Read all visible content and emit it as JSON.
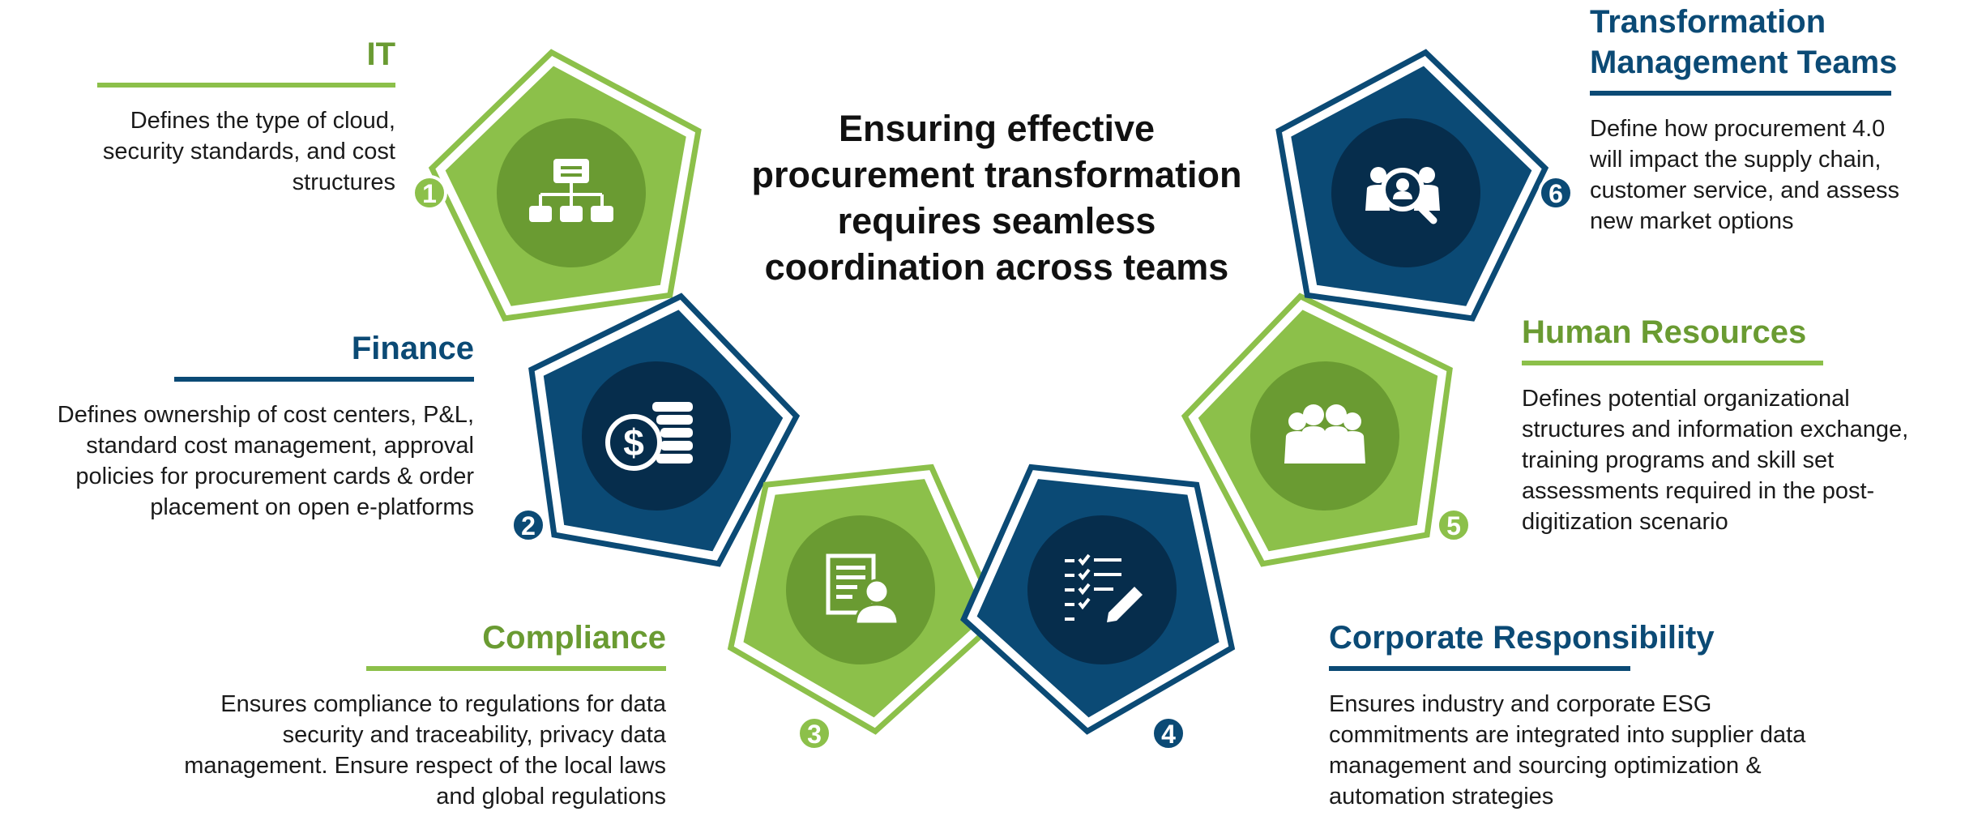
{
  "center_title": "Ensuring effective procurement transformation requires seamless coordination across teams",
  "colors": {
    "green": "#8cc04a",
    "green_dark": "#6a9b32",
    "blue": "#0b4a75",
    "blue_dark": "#062d4c",
    "text": "#1a1a1a"
  },
  "teams": [
    {
      "number": "1",
      "title": "IT",
      "description": "Defines the type of cloud, security standards, and cost structures",
      "icon": "org-chart-icon",
      "color": "green"
    },
    {
      "number": "2",
      "title": "Finance",
      "description": "Defines ownership of cost centers, P&L, standard cost management, approval policies for procurement cards & order placement on open e-platforms",
      "icon": "dollar-coins-icon",
      "color": "blue"
    },
    {
      "number": "3",
      "title": "Compliance",
      "description": "Ensures compliance to regulations for data security and traceability, privacy data management. Ensure respect of the local laws and global regulations",
      "icon": "document-user-icon",
      "color": "green"
    },
    {
      "number": "4",
      "title": "Corporate Responsibility",
      "description": "Ensures industry and corporate ESG commitments are integrated into supplier data management and sourcing optimization & automation strategies",
      "icon": "checklist-pen-icon",
      "color": "blue"
    },
    {
      "number": "5",
      "title": "Human Resources",
      "description": "Defines potential organizational structures and information exchange, training programs and skill set assessments required in the post-digitization scenario",
      "icon": "team-people-icon",
      "color": "green"
    },
    {
      "number": "6",
      "title": "Transformation Management Teams",
      "description": "Define how procurement 4.0 will impact the supply chain, customer service, and assess new market options",
      "icon": "people-search-icon",
      "color": "blue"
    }
  ]
}
